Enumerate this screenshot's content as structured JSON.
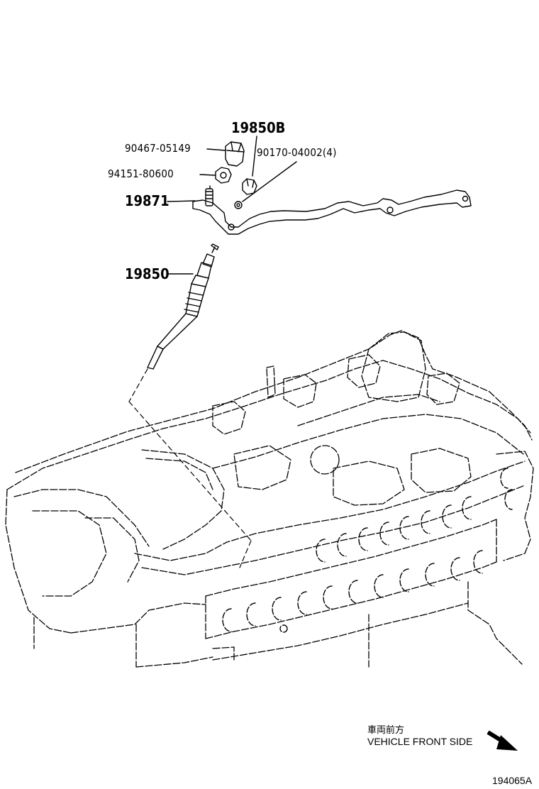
{
  "parts": {
    "p19850B": "19850B",
    "p90467": "90467-05149",
    "p90170": "90170-04002(4)",
    "p94151": "94151-80600",
    "p19871": "19871",
    "p19850": "19850"
  },
  "orientation": {
    "label_jp": "車両前方",
    "label_en": "VEHICLE FRONT SIDE",
    "arrow_icon": "arrow-down-right-icon"
  },
  "illustration_code": "194065A",
  "colors": {
    "line": "#000000",
    "background": "#ffffff"
  }
}
